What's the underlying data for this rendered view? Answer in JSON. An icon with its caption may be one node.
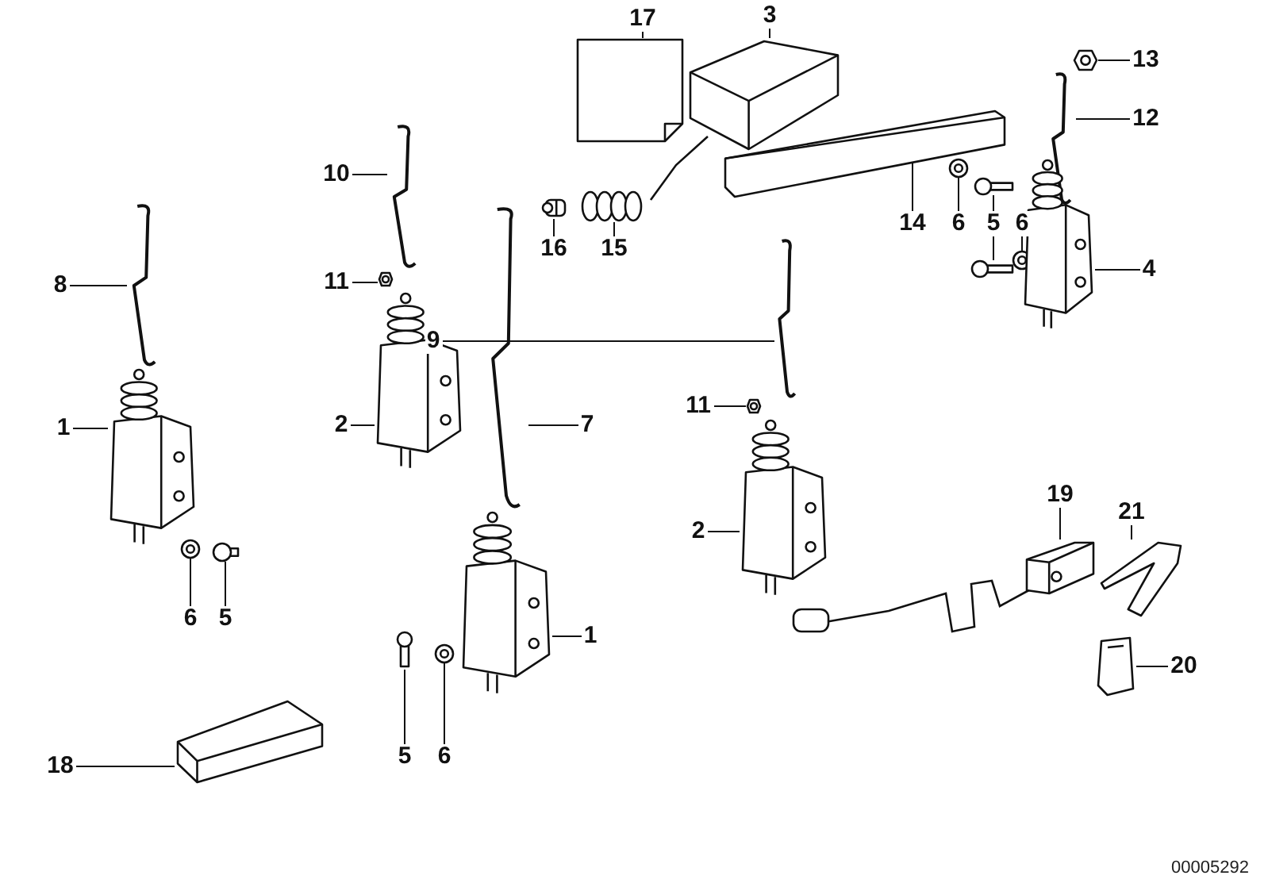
{
  "diagram": {
    "nodes": [
      {
        "text": [
          "17"
        ]
      },
      {
        "text": [],
        "shape": "sheet"
      },
      {
        "text": [
          "3"
        ]
      },
      {
        "text": [],
        "shape": "housing"
      },
      {
        "text": [
          "13"
        ]
      },
      {
        "text": [],
        "shape": "nut"
      },
      {
        "text": [
          "12"
        ]
      },
      {
        "text": [],
        "shape": "rod"
      },
      {
        "text": [
          "10"
        ]
      },
      {
        "text": [],
        "shape": "rod"
      },
      {
        "text": [
          "8"
        ]
      },
      {
        "text": [],
        "shape": "rod"
      },
      {
        "text": [
          "16"
        ]
      },
      {
        "text": [],
        "shape": "plug"
      },
      {
        "text": [
          "15"
        ]
      },
      {
        "text": [],
        "shape": "grommet"
      },
      {
        "text": [
          "14"
        ]
      },
      {
        "text": [],
        "shape": "bracket"
      },
      {
        "text": [
          "6"
        ]
      },
      {
        "text": [],
        "shape": "washer"
      },
      {
        "text": [
          "5"
        ]
      },
      {
        "text": [],
        "shape": "screw"
      },
      {
        "text": [],
        "shape": "screw"
      },
      {
        "text": [
          "6"
        ]
      },
      {
        "text": [],
        "shape": "washer"
      },
      {
        "text": [
          "11"
        ]
      },
      {
        "text": [],
        "shape": "nut"
      },
      {
        "text": [
          "4"
        ]
      },
      {
        "text": [],
        "shape": "actuator"
      },
      {
        "text": [
          "9"
        ]
      },
      {
        "text": [],
        "shape": "rod"
      },
      {
        "text": [
          "1"
        ]
      },
      {
        "text": [],
        "shape": "actuator"
      },
      {
        "text": [
          "2"
        ]
      },
      {
        "text": [],
        "shape": "actuator"
      },
      {
        "text": [
          "7"
        ]
      },
      {
        "text": [],
        "shape": "rod"
      },
      {
        "text": [
          "11"
        ]
      },
      {
        "text": [],
        "shape": "nut"
      },
      {
        "text": [
          "2"
        ]
      },
      {
        "text": [],
        "shape": "actuator"
      },
      {
        "text": [
          "19"
        ]
      },
      {
        "text": [],
        "shape": "switch"
      },
      {
        "text": [
          "21"
        ]
      },
      {
        "text": [],
        "shape": "hook"
      },
      {
        "text": [
          "6"
        ]
      },
      {
        "text": [],
        "shape": "washer"
      },
      {
        "text": [
          "5"
        ]
      },
      {
        "text": [],
        "shape": "screw"
      },
      {
        "text": [
          "1"
        ]
      },
      {
        "text": [],
        "shape": "actuator"
      },
      {
        "text": [
          "20"
        ]
      },
      {
        "text": [],
        "shape": "clip"
      },
      {
        "text": [
          "5"
        ]
      },
      {
        "text": [],
        "shape": "screw"
      },
      {
        "text": [
          "6"
        ]
      },
      {
        "text": [],
        "shape": "washer"
      },
      {
        "text": [
          "18"
        ]
      },
      {
        "text": [],
        "shape": "box"
      }
    ],
    "edges": [
      {
        "from": 0,
        "to": 1,
        "arrow": "none"
      },
      {
        "from": 2,
        "to": 3,
        "arrow": "none"
      },
      {
        "from": 4,
        "to": 5,
        "arrow": "none"
      },
      {
        "from": 6,
        "to": 7,
        "arrow": "none"
      },
      {
        "from": 8,
        "to": 9,
        "arrow": "none"
      },
      {
        "from": 10,
        "to": 11,
        "arrow": "none"
      },
      {
        "from": 12,
        "to": 13,
        "arrow": "none"
      },
      {
        "from": 14,
        "to": 15,
        "arrow": "none"
      },
      {
        "from": 16,
        "to": 17,
        "arrow": "none"
      },
      {
        "from": 18,
        "to": 19,
        "arrow": "none"
      },
      {
        "from": 20,
        "to": 21,
        "arrow": "none"
      },
      {
        "from": 20,
        "to": 22,
        "arrow": "none"
      },
      {
        "from": 23,
        "to": 24,
        "arrow": "none"
      },
      {
        "from": 25,
        "to": 26,
        "arrow": "none"
      },
      {
        "from": 27,
        "to": 28,
        "arrow": "none"
      },
      {
        "from": 29,
        "to": 30,
        "arrow": "none"
      },
      {
        "from": 31,
        "to": 32,
        "arrow": "none"
      },
      {
        "from": 33,
        "to": 34,
        "arrow": "none"
      },
      {
        "from": 35,
        "to": 36,
        "arrow": "none"
      },
      {
        "from": 37,
        "to": 38,
        "arrow": "none"
      },
      {
        "from": 39,
        "to": 40,
        "arrow": "none"
      },
      {
        "from": 41,
        "to": 42,
        "arrow": "none"
      },
      {
        "from": 43,
        "to": 44,
        "arrow": "none"
      },
      {
        "from": 45,
        "to": 46,
        "arrow": "none"
      },
      {
        "from": 47,
        "to": 48,
        "arrow": "none"
      },
      {
        "from": 49,
        "to": 50,
        "arrow": "none"
      },
      {
        "from": 51,
        "to": 52,
        "arrow": "none"
      },
      {
        "from": 53,
        "to": 54,
        "arrow": "none"
      },
      {
        "from": 55,
        "to": 56,
        "arrow": "none"
      },
      {
        "from": 57,
        "to": 58,
        "arrow": "none"
      }
    ],
    "labels": [
      "00005292"
    ]
  }
}
